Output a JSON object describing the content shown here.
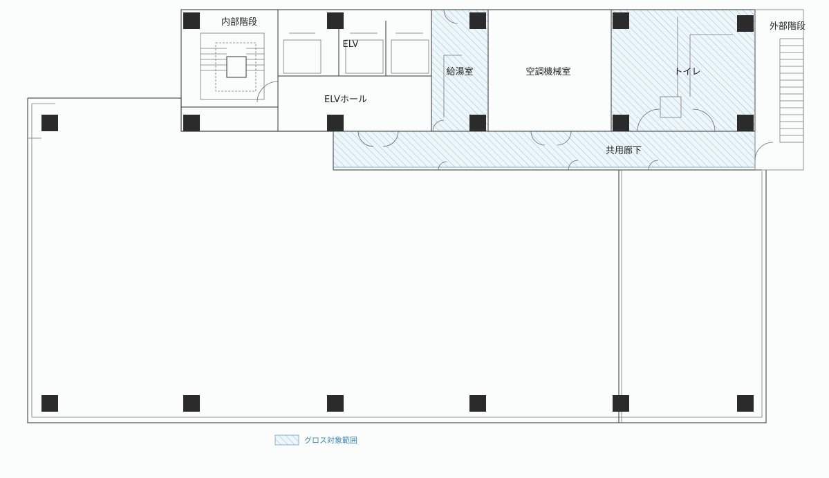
{
  "rooms": {
    "inner_stairs": "内部階段",
    "elv": "ELV",
    "kitchenette": "給湯室",
    "hvac_room": "空調機械室",
    "toilet": "トイレ",
    "outer_stairs": "外部階段",
    "elv_hall": "ELVホール",
    "corridor": "共用廊下"
  },
  "legend": {
    "label": "グロス対象範囲"
  },
  "colors": {
    "hatch": "#7fb6cf",
    "column": "#2b2b2b",
    "wall": "#555555"
  }
}
